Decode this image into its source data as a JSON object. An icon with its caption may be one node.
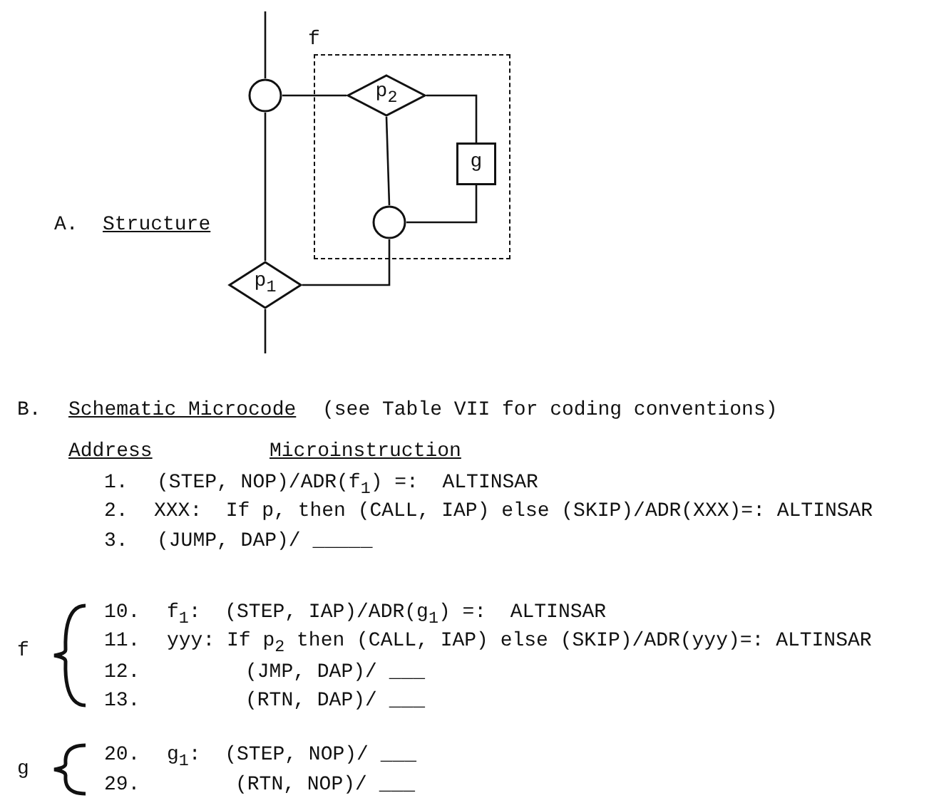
{
  "diagram": {
    "nodes": [
      {
        "text": [
          "f"
        ]
      },
      {
        "text": [],
        "shape": "circle"
      },
      {
        "text": [
          "p$_{2}$"
        ],
        "in": 0
      },
      {
        "text": [
          "g"
        ],
        "in": 0
      },
      {
        "text": [],
        "shape": "circle",
        "in": 0
      },
      {
        "text": [
          "p$_{1}$"
        ]
      }
    ],
    "edges": [
      {
        "from": null,
        "to": 1,
        "arrow": "none"
      },
      {
        "from": 1,
        "to": 5,
        "arrow": "none"
      },
      {
        "from": 1,
        "to": 2,
        "arrow": "none"
      },
      {
        "from": 2,
        "to": 3,
        "arrow": "none"
      },
      {
        "from": 3,
        "to": 4,
        "arrow": "none"
      },
      {
        "from": 2,
        "to": 4,
        "arrow": "none"
      },
      {
        "from": 4,
        "to": 5,
        "arrow": "none"
      },
      {
        "from": 5,
        "to": null,
        "arrow": "none"
      }
    ],
    "labels": [
      "A.",
      "Structure",
      "B.",
      "Schematic Microcode",
      "(see Table VII for coding conventions)",
      "Address",
      "Microinstruction",
      "1.",
      "(STEP, NOP)/ADR(f$_{1}$) =:  ALTINSAR",
      "2.",
      "XXX:  If p, then (CALL, IAP) else (SKIP)/ADR(XXX)=: ALTINSAR",
      "3.",
      "(JUMP, DAP)/ _____",
      "f",
      "10.",
      "f$_{1}$:  (STEP, IAP)/ADR(g$_{1}$) =:  ALTINSAR",
      "11.",
      "yyy: If p$_{2}$ then (CALL, IAP) else (SKIP)/ADR(yyy)=: ALTINSAR",
      "12.",
      "(JMP, DAP)/ ___",
      "13.",
      "(RTN, DAP)/ ___",
      "g",
      "20.",
      "g$_{1}$:  (STEP, NOP)/ ___",
      "29.",
      "(RTN, NOP)/ ___"
    ]
  }
}
